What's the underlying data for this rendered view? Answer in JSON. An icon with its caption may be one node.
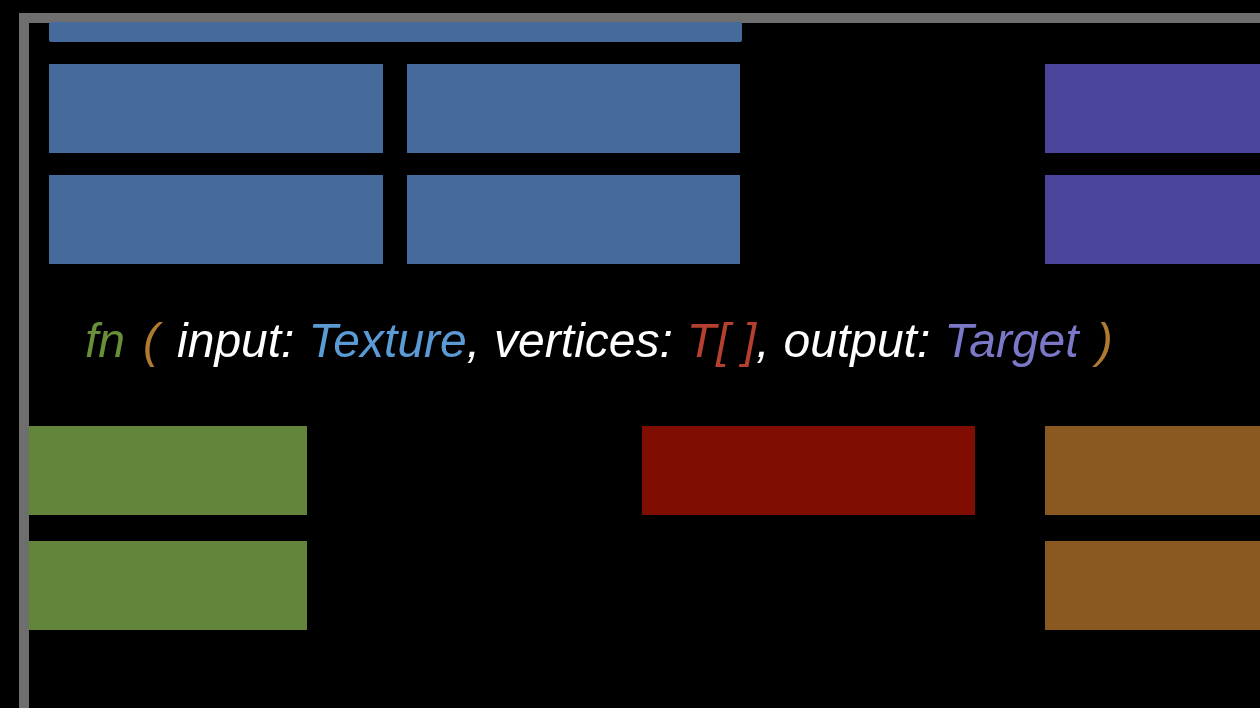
{
  "diagram": {
    "nodes": [
      {
        "text": [],
        "shape": "bar"
      },
      {
        "text": [],
        "shape": "box"
      },
      {
        "text": [],
        "shape": "box"
      },
      {
        "text": [],
        "shape": "box"
      },
      {
        "text": [],
        "shape": "box"
      },
      {
        "text": [],
        "shape": "box"
      },
      {
        "text": [],
        "shape": "box"
      },
      {
        "text": [],
        "shape": "box"
      },
      {
        "text": [],
        "shape": "box"
      },
      {
        "text": [],
        "shape": "box"
      },
      {
        "text": [],
        "shape": "box"
      },
      {
        "text": [],
        "shape": "box"
      }
    ],
    "edges": [],
    "labels": [
      "fn",
      "(",
      "input:",
      "Texture",
      ",",
      "vertices:",
      "T[ ]",
      ",",
      "output:",
      "Target",
      ")"
    ]
  }
}
